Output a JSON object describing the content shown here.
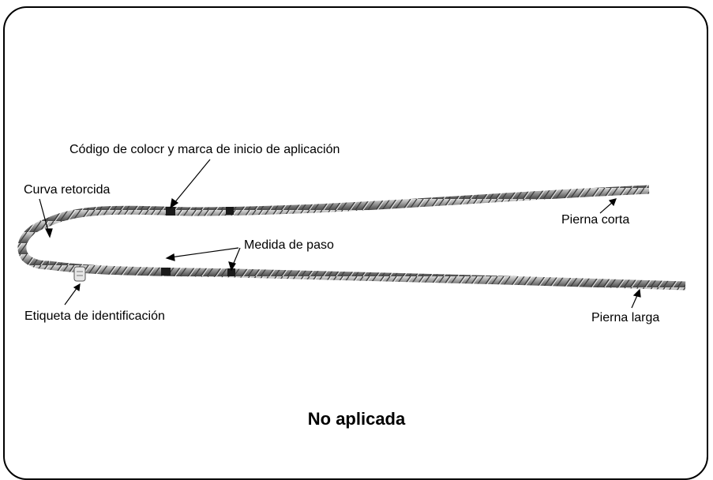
{
  "labels": {
    "color_code": "Código de colocr y marca de inicio de aplicación",
    "twisted_curve": "Curva retorcida",
    "short_leg": "Pierna corta",
    "pitch": "Medida de paso",
    "id_tag": "Etiqueta de identificación",
    "long_leg": "Pierna larga"
  },
  "caption": "No aplicada",
  "colors": {
    "wire_light": "#c8c8c8",
    "wire_mid": "#8a8a8a",
    "wire_dark": "#3a3a3a",
    "frame": "#000000"
  }
}
